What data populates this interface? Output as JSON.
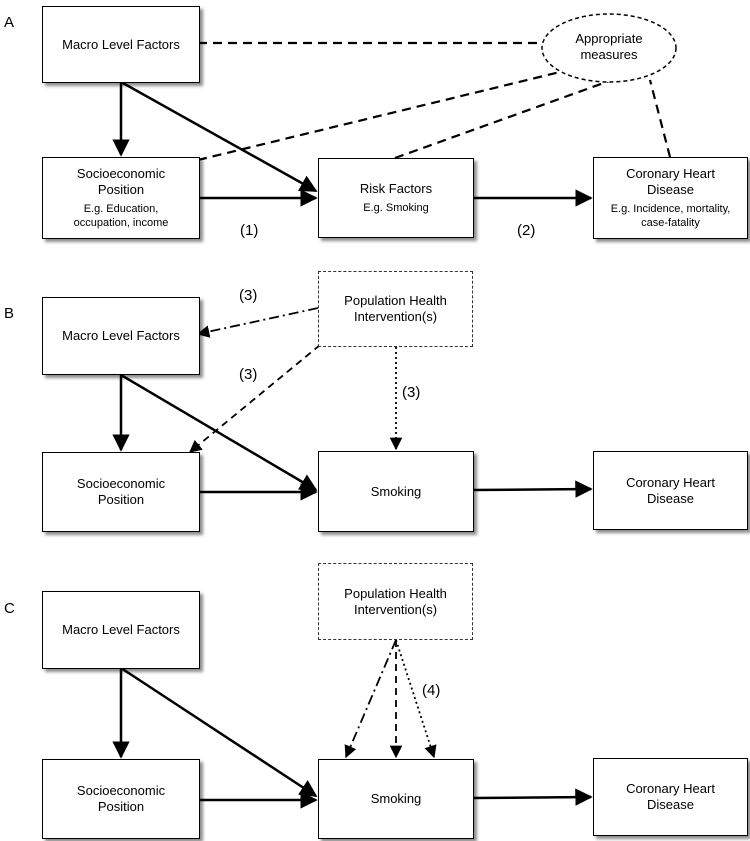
{
  "panels": {
    "a": {
      "letter": "A",
      "macro": "Macro Level Factors",
      "measures": [
        "Appropriate",
        "measures"
      ],
      "sep": {
        "title": [
          "Socioeconomic",
          "Position"
        ],
        "sub": [
          "E.g. Education,",
          "occupation, income"
        ]
      },
      "risk": {
        "title": [
          "Risk Factors"
        ],
        "sub": [
          "E.g. Smoking"
        ]
      },
      "chd": {
        "title": [
          "Coronary Heart",
          "Disease"
        ],
        "sub": [
          "E.g. Incidence, mortality,",
          "case-fatality"
        ]
      },
      "label_1": "(1)",
      "label_2": "(2)"
    },
    "b": {
      "letter": "B",
      "macro": "Macro Level Factors",
      "intervention": [
        "Population Health",
        "Intervention(s)"
      ],
      "sep": [
        "Socioeconomic",
        "Position"
      ],
      "smoking": "Smoking",
      "chd": [
        "Coronary Heart",
        "Disease"
      ],
      "label_3a": "(3)",
      "label_3b": "(3)",
      "label_3c": "(3)"
    },
    "c": {
      "letter": "C",
      "macro": "Macro Level Factors",
      "intervention": [
        "Population Health",
        "Intervention(s)"
      ],
      "sep": [
        "Socioeconomic",
        "Position"
      ],
      "smoking": "Smoking",
      "chd": [
        "Coronary Heart",
        "Disease"
      ],
      "label_4": "(4)"
    }
  }
}
